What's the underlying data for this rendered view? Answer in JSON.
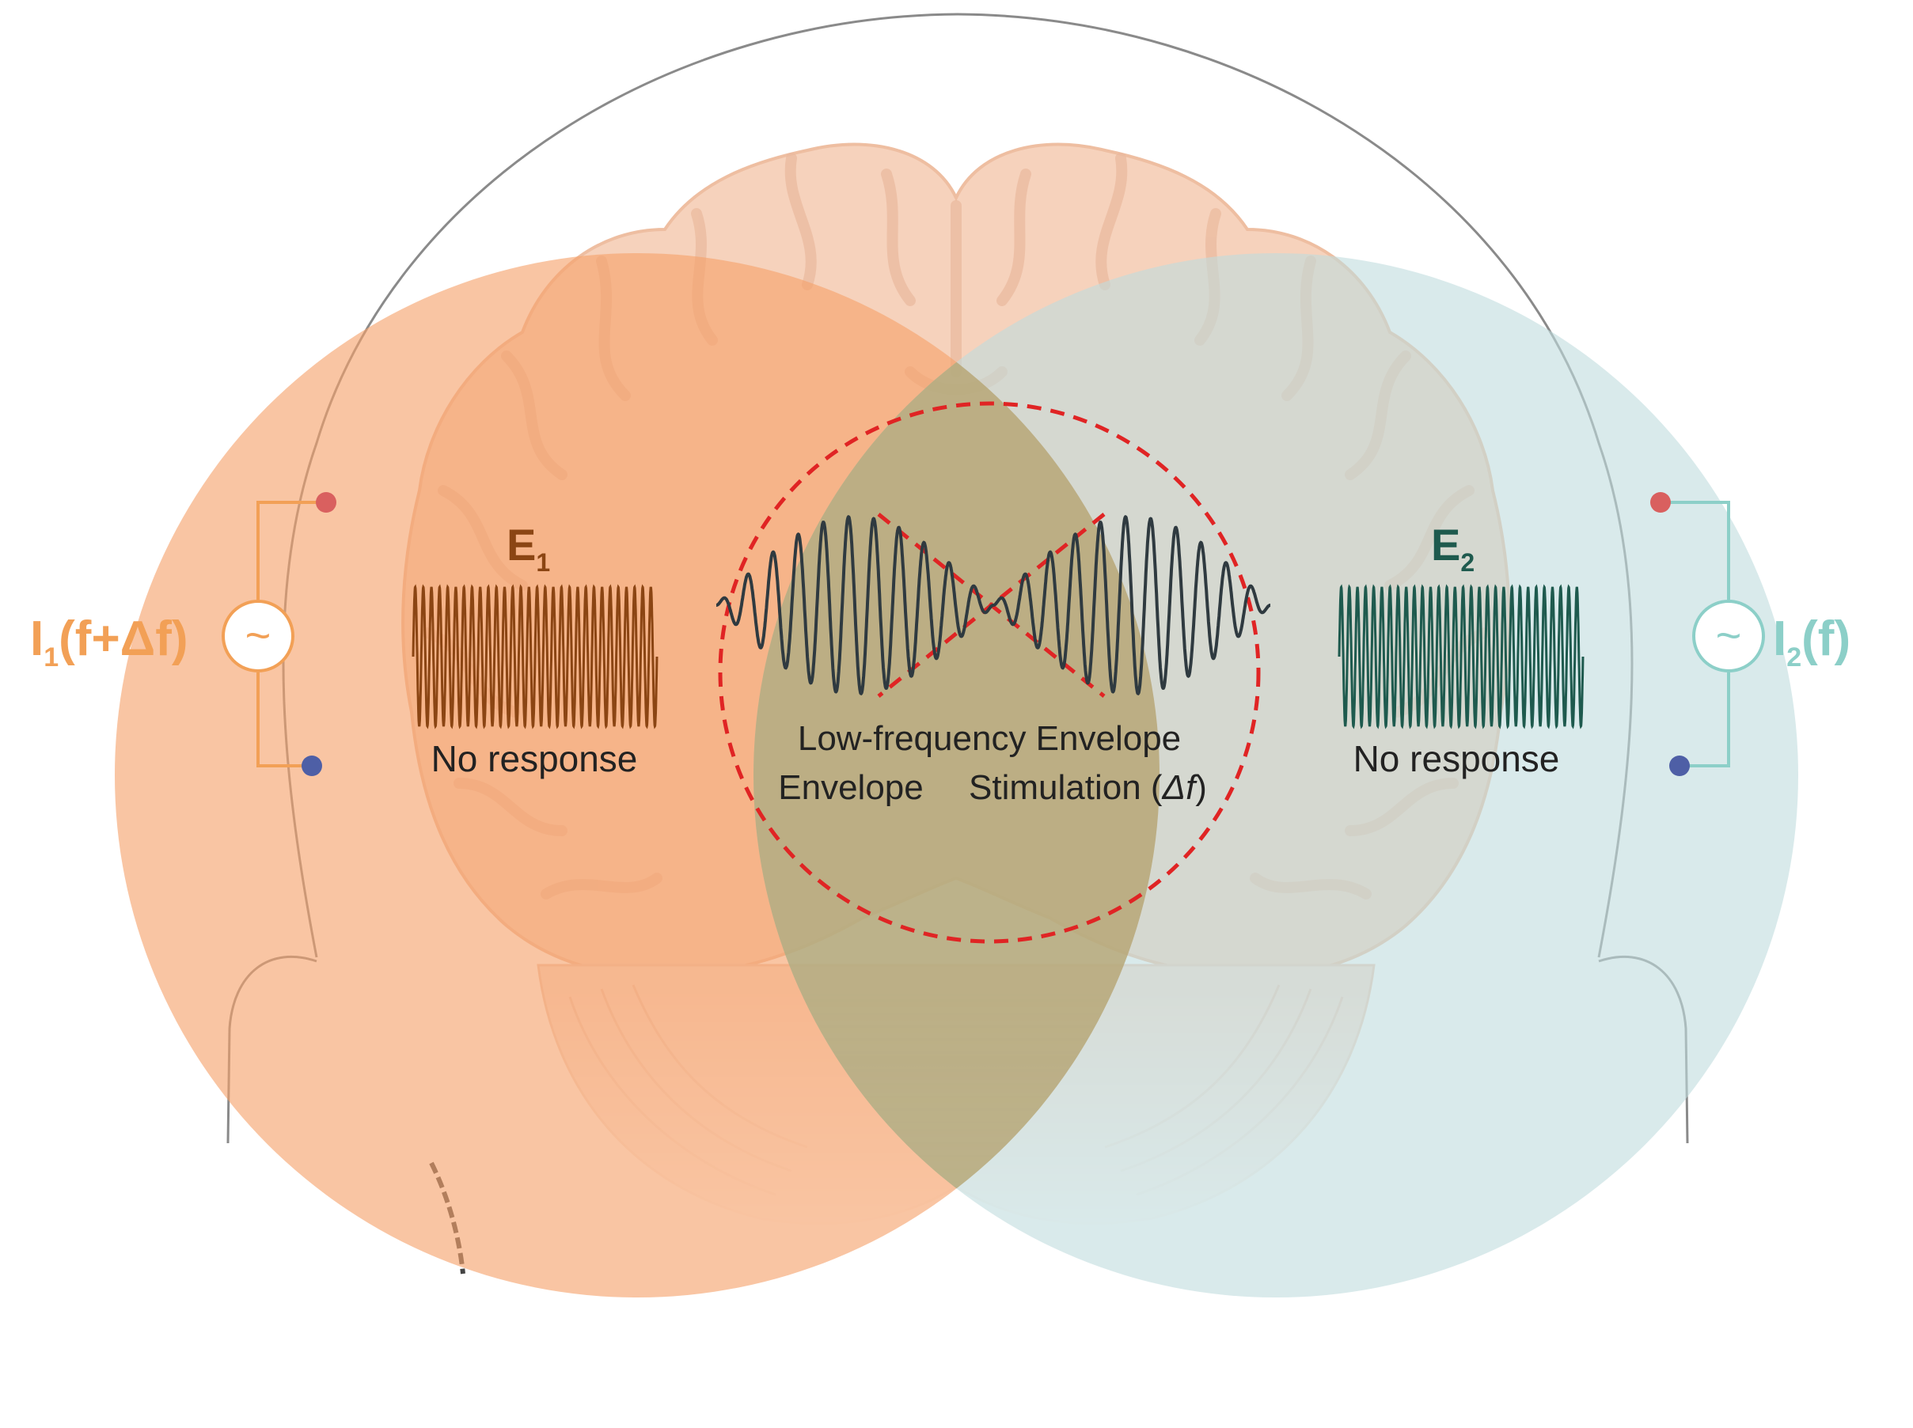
{
  "left_source": {
    "label_base": "I",
    "label_sub": "1",
    "label_rest": "(f+Δf)",
    "symbol": "~",
    "color": "#F2A056"
  },
  "right_source": {
    "label_base": "I",
    "label_sub": "2",
    "label_rest": "(f)",
    "symbol": "~",
    "color": "#8CCFC8"
  },
  "field_left": {
    "label_base": "E",
    "label_sub": "1",
    "color": "#8B4513",
    "note": "No response"
  },
  "field_right": {
    "label_base": "E",
    "label_sub": "2",
    "color": "#1E5A4E",
    "note": "No response"
  },
  "center": {
    "line1": "Low-frequency Envelope",
    "line2a": "Envelope",
    "line2b": "Stimulation (",
    "delta": "Δf",
    "line2c": ")"
  },
  "colors": {
    "orange_field": "#F5A26A",
    "teal_field": "#BFDCDD",
    "overlap": "#B09A55",
    "dashed": "#E02424",
    "wave": "#2F3A40",
    "electrode_pos": "#D9605F",
    "electrode_neg": "#4E5FA6",
    "head_outline": "#8A8A8A",
    "brain": "#F3C3A6"
  }
}
